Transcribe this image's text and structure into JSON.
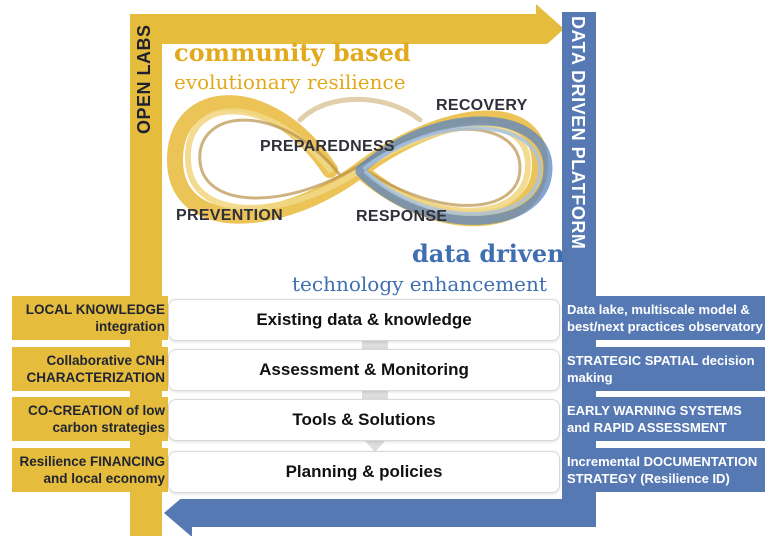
{
  "frame": {
    "left_label": "OPEN LABS",
    "right_label": "DATA DRIVEN PLATFORM"
  },
  "top": {
    "title": "community based",
    "subtitle": "evolutionary resilience"
  },
  "bottom": {
    "title": "data driven",
    "subtitle": "technology enhancement"
  },
  "cycle": {
    "recovery": "RECOVERY",
    "preparedness": "PREPAREDNESS",
    "prevention": "PREVENTION",
    "response": "RESPONSE"
  },
  "rows": [
    {
      "left": [
        "LOCAL KNOWLEDGE",
        "integration"
      ],
      "center": "Existing data & knowledge",
      "right": [
        "Data lake, multiscale model &",
        "best/next practices observatory"
      ]
    },
    {
      "left": [
        "Collaborative CNH",
        "CHARACTERIZATION"
      ],
      "center": "Assessment & Monitoring",
      "right": [
        "STRATEGIC SPATIAL decision",
        "making"
      ]
    },
    {
      "left": [
        "CO-CREATION of low",
        "carbon strategies"
      ],
      "center": "Tools & Solutions",
      "right": [
        "EARLY WARNING SYSTEMS",
        "and RAPID ASSESSMENT"
      ]
    },
    {
      "left": [
        "Resilience FINANCING",
        "and local economy"
      ],
      "center": "Planning & policies",
      "right": [
        "Incremental DOCUMENTATION",
        "STRATEGY (Resilience ID)"
      ]
    }
  ],
  "colors": {
    "gold": "#e6bc3c",
    "blue": "#5679b4",
    "gold_text": "#e2a91c",
    "blue_text": "#3f6fb0"
  }
}
